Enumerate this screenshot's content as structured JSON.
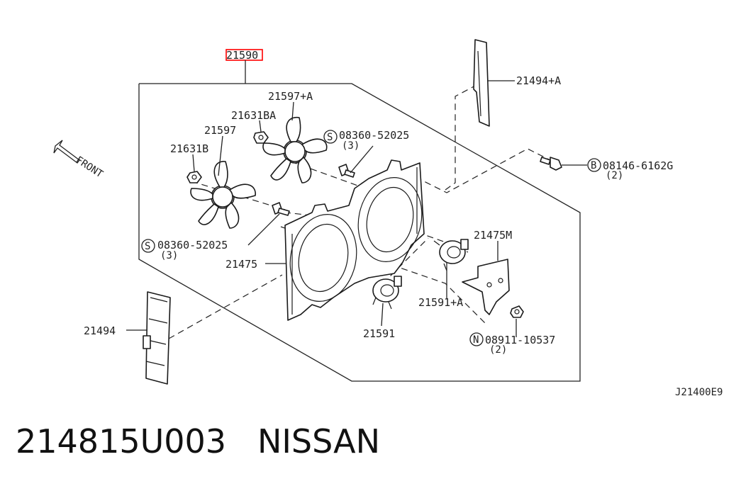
{
  "diagram": {
    "front_label": "FRONT",
    "highlight_color": "#ff0000",
    "callouts": {
      "c21590": "21590",
      "c21597a": "21597+A",
      "c21631ba": "21631BA",
      "c21597": "21597",
      "c21631b": "21631B",
      "c08360_top": "08360-52025",
      "c08360_top_qty": "(3)",
      "c08360_left": "08360-52025",
      "c08360_left_qty": "(3)",
      "c21475": "21475",
      "c21494a": "21494+A",
      "c08146": "08146-6162G",
      "c08146_qty": "(2)",
      "c21475m": "21475M",
      "c21591a": "21591+A",
      "c21591": "21591",
      "c08911": "08911-10537",
      "c08911_qty": "(2)",
      "c21494": "21494"
    },
    "circle_codes": {
      "s1": "S",
      "s2": "S",
      "b": "B",
      "n": "N"
    },
    "diagram_code": "J21400E9"
  },
  "caption": {
    "part_number": "214815U003",
    "brand": "NISSAN"
  }
}
